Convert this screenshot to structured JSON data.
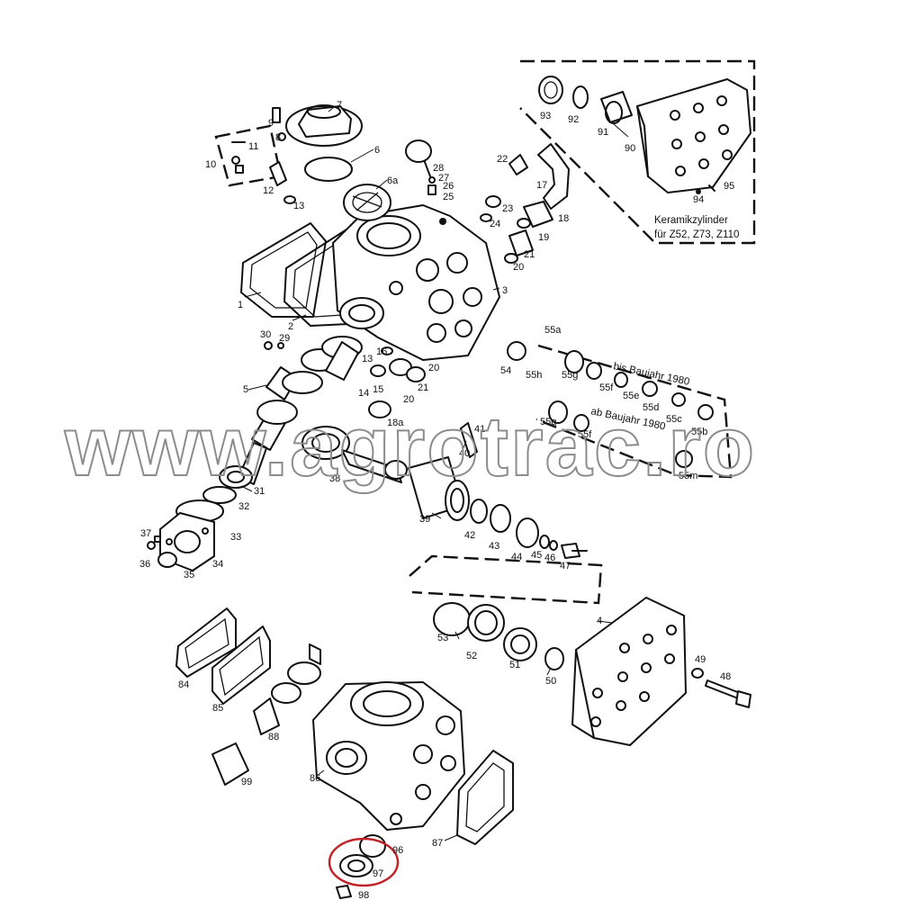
{
  "watermark": "www.agrotrac.ro",
  "notes": {
    "ceramic_line1": "Keramikzylinder",
    "ceramic_line2": "für Z52, Z73, Z110",
    "bis_baujahr": "bis Baujahr 1980",
    "ab_baujahr": "ab Baujahr 1980"
  },
  "labels": {
    "p1": "1",
    "p2": "2",
    "p3": "3",
    "p4": "4",
    "p5": "5",
    "p6": "6",
    "p6a": "6a",
    "p7": "7",
    "p8": "8",
    "p9": "9",
    "p10": "10",
    "p11": "11",
    "p12": "12",
    "p13": "13",
    "p13b": "13",
    "p14": "14",
    "p15": "15",
    "p16": "16",
    "p17": "17",
    "p18": "18",
    "p18a": "18a",
    "p19": "19",
    "p20a": "20",
    "p20b": "20",
    "p20c": "20",
    "p21a": "21",
    "p21b": "21",
    "p22": "22",
    "p23": "23",
    "p24": "24",
    "p25": "25",
    "p26": "26",
    "p27": "27",
    "p28": "28",
    "p29": "29",
    "p30": "30",
    "p31": "31",
    "p32": "32",
    "p33": "33",
    "p34": "34",
    "p35": "35",
    "p36": "36",
    "p37": "37",
    "p38": "38",
    "p39": "39",
    "p40": "40",
    "p41": "41",
    "p42": "42",
    "p43": "43",
    "p44": "44",
    "p45": "45",
    "p46": "46",
    "p47": "47",
    "p48": "48",
    "p49": "49",
    "p50": "50",
    "p51": "51",
    "p52": "52",
    "p53": "53",
    "p54": "54",
    "p55a": "55a",
    "p55b": "55b",
    "p55c": "55c",
    "p55d": "55d",
    "p55e": "55e",
    "p55f": "55f",
    "p55g": "55g",
    "p55h": "55h",
    "p55g2": "55g",
    "p55f2": "55f",
    "p55m": "55m",
    "p84": "84",
    "p85": "85",
    "p86": "86",
    "p87": "87",
    "p88": "88",
    "p90": "90",
    "p91": "91",
    "p92": "92",
    "p93": "93",
    "p94": "94",
    "p95": "95",
    "p96": "96",
    "p97": "97",
    "p98": "98",
    "p99": "99"
  },
  "colors": {
    "line": "#111111",
    "highlight": "#c0242b",
    "watermark": "#8c8c8c"
  }
}
